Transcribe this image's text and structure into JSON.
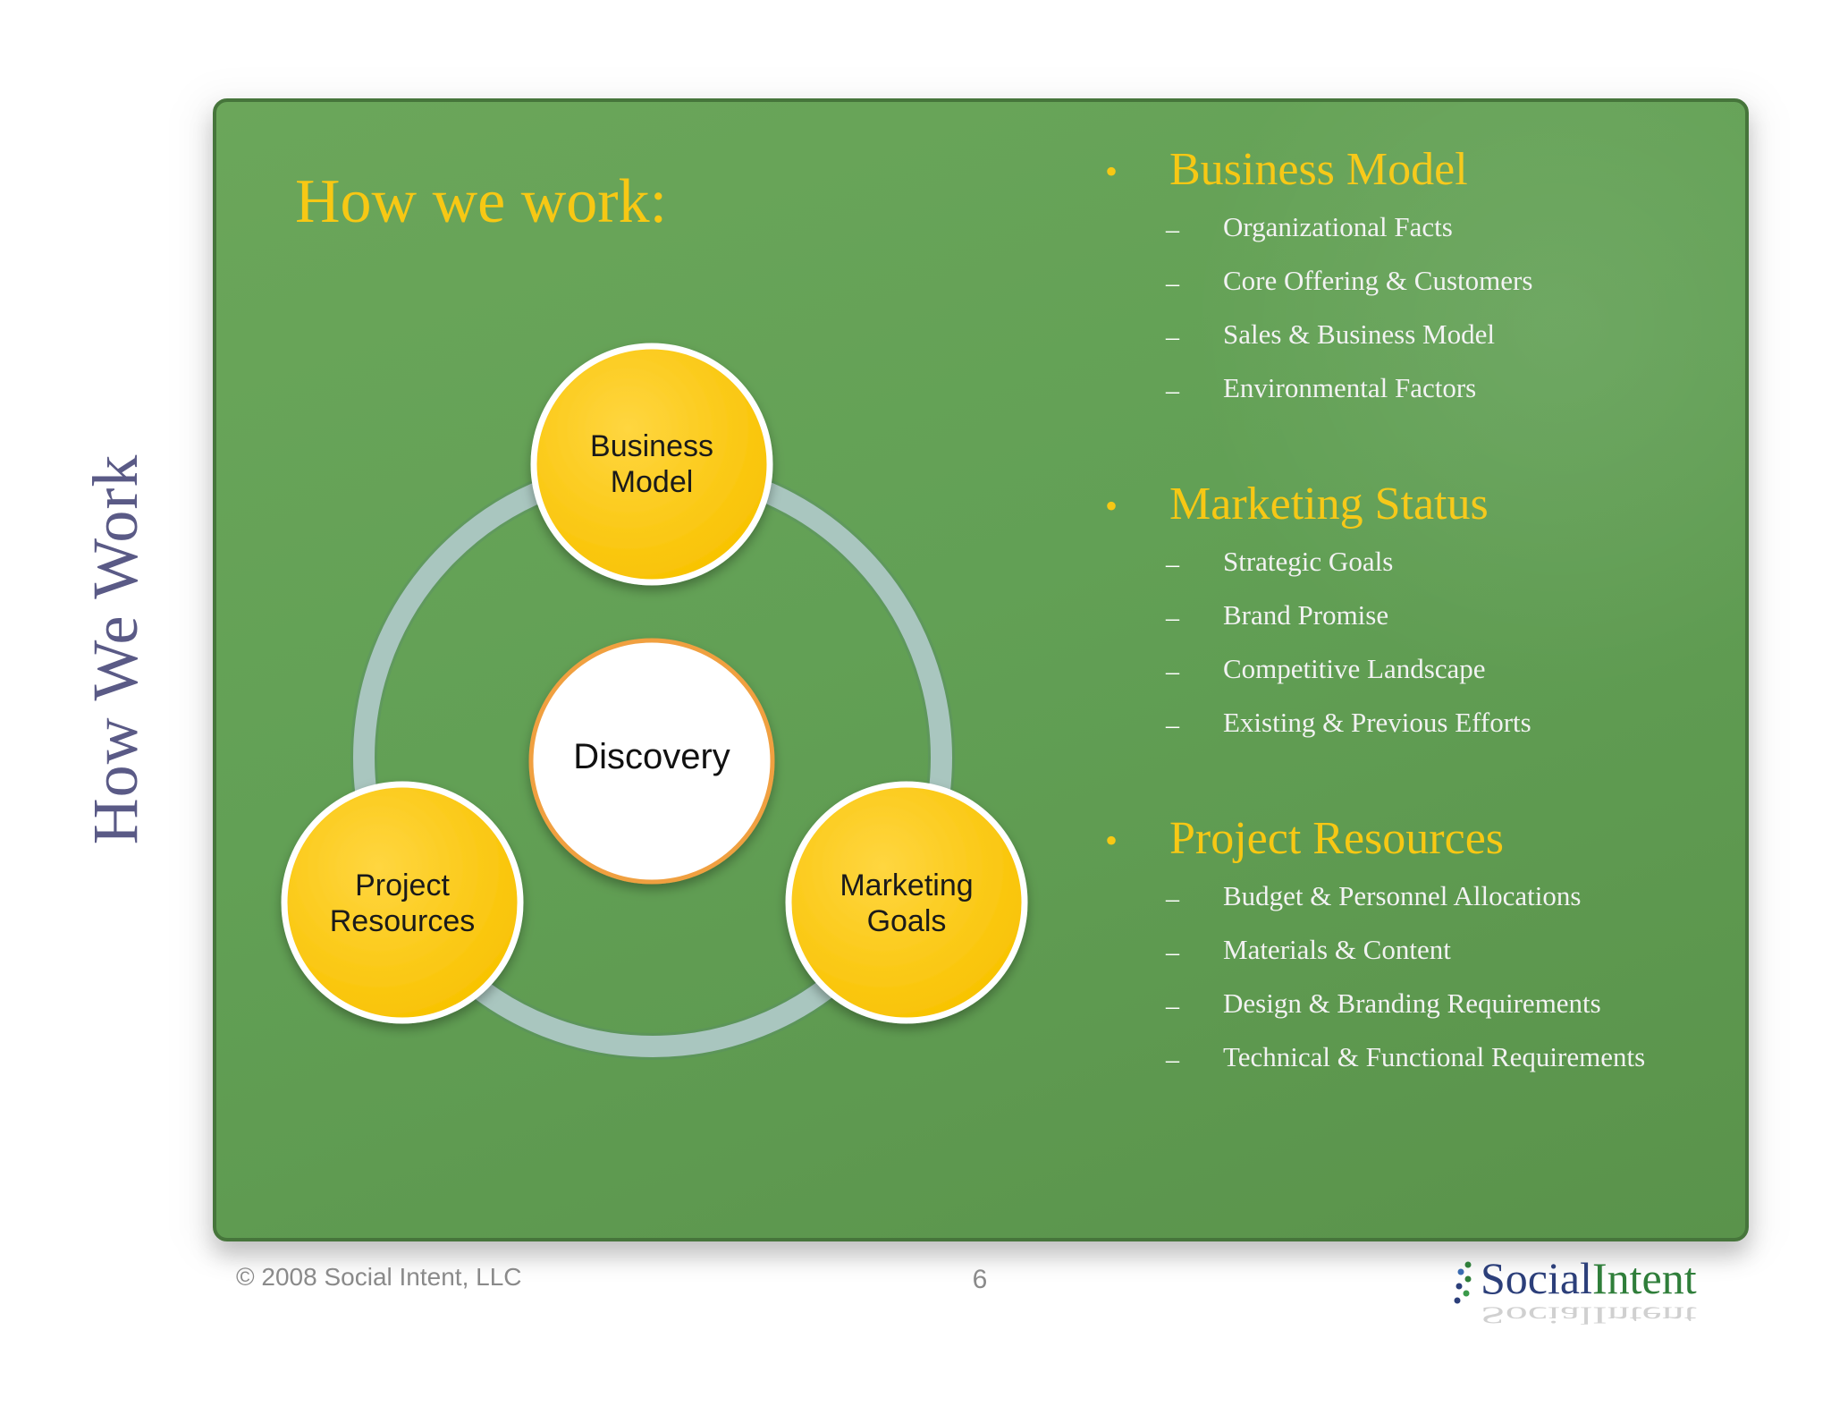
{
  "sidebar": {
    "vertical_title": "How We Work"
  },
  "slide": {
    "title": "How we work:",
    "diagram": {
      "center": "Discovery",
      "nodes": [
        {
          "line1": "Business",
          "line2": "Model"
        },
        {
          "line1": "Project",
          "line2": "Resources"
        },
        {
          "line1": "Marketing",
          "line2": "Goals"
        }
      ]
    },
    "sections": [
      {
        "heading": "Business Model",
        "items": [
          "Organizational Facts",
          "Core Offering & Customers",
          "Sales & Business Model",
          "Environmental Factors"
        ]
      },
      {
        "heading": "Marketing Status",
        "items": [
          "Strategic Goals",
          "Brand Promise",
          "Competitive Landscape",
          "Existing & Previous Efforts"
        ]
      },
      {
        "heading": "Project Resources",
        "items": [
          "Budget & Personnel Allocations",
          "Materials & Content",
          "Design & Branding Requirements",
          "Technical  & Functional Requirements"
        ]
      }
    ],
    "bullet_symbol": "•",
    "dash_symbol": "–"
  },
  "footer": {
    "copyright": "© 2008 Social Intent, LLC",
    "page_number": "6",
    "logo": {
      "part1": "Social",
      "part2": "Intent"
    }
  },
  "colors": {
    "slide_green": "#64a256",
    "accent_yellow": "#f7c814",
    "node_yellow": "#ffc800",
    "ring": "#9fbfb8",
    "center_border": "#f0a040",
    "vertical_title": "#5a5a86"
  }
}
